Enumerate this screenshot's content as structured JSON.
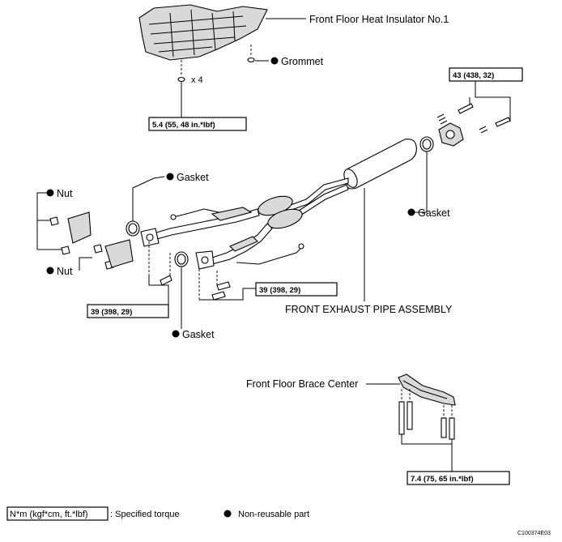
{
  "labels": {
    "heat_insulator": "Front Floor Heat Insulator No.1",
    "grommet": "Grommet",
    "times_four": "x 4",
    "gasket_upper_left": "Gasket",
    "nut_upper": "Nut",
    "nut_lower": "Nut",
    "gasket_right": "Gasket",
    "gasket_bottom": "Gasket",
    "exhaust_pipe": "FRONT EXHAUST PIPE ASSEMBLY",
    "brace": "Front Floor Brace Center"
  },
  "torque_specs": {
    "insulator_bolts": "5.4 (55, 48 in.*lbf)",
    "flange_bolts": "43 (438, 32)",
    "manifold_left": "39 (398, 29)",
    "manifold_right": "39 (398, 29)",
    "brace_bolts": "7.4 (75, 65 in.*lbf)"
  },
  "legend": {
    "torque_unit": "N*m (kgf*cm, ft.*lbf)",
    "torque_desc": ": Specified torque",
    "nonreusable_desc": "Non-reusable part"
  },
  "figure_code": "C100374E03"
}
